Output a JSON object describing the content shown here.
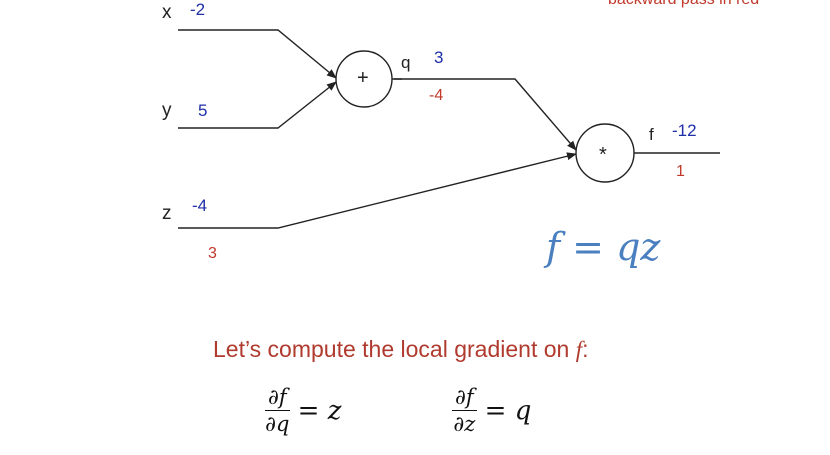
{
  "header_note": "backward pass in red",
  "inputs": {
    "x": {
      "label": "x",
      "forward": "-2"
    },
    "y": {
      "label": "y",
      "forward": "5"
    },
    "z": {
      "label": "z",
      "forward": "-4",
      "backward": "3"
    }
  },
  "nodes": {
    "add": {
      "op": "+",
      "out_label": "q",
      "forward": "3",
      "backward": "-4"
    },
    "mul": {
      "op": "*",
      "out_label": "f",
      "forward": "-12",
      "backward": "1"
    }
  },
  "equation": "f = qz",
  "subtitle": {
    "text": "Let’s compute the local gradient on ",
    "var": "f",
    "colon": ":"
  },
  "gradients": [
    {
      "num": "∂f",
      "den": "∂q",
      "rhs": "= z"
    },
    {
      "num": "∂f",
      "den": "∂z",
      "rhs": "= q"
    }
  ],
  "colors": {
    "forward": "#1f2fa8",
    "backward": "#c0392b",
    "equation": "#4a7fc0"
  }
}
